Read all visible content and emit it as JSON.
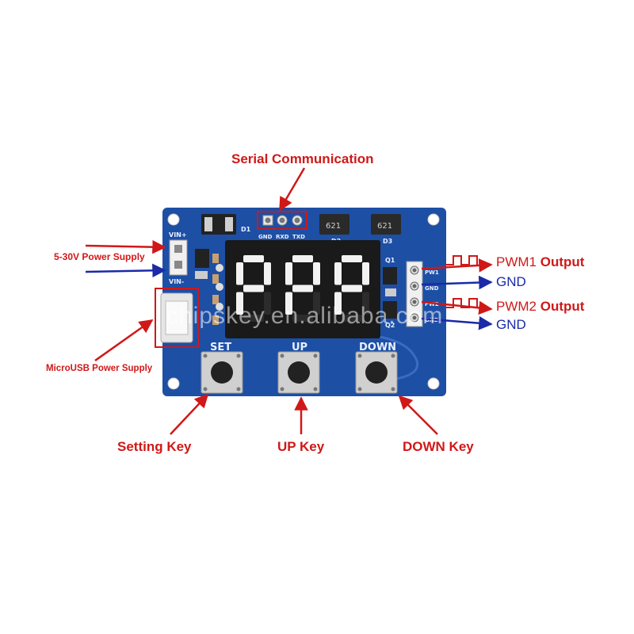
{
  "labels": {
    "serial": "Serial Communication",
    "power": "5-30V Power Supply",
    "micro_usb": "MicroUSB Power Supply",
    "pwm1_prefix": "PWM1",
    "pwm1_suffix": "Output",
    "gnd1": "GND",
    "pwm2_prefix": "PWM2",
    "pwm2_suffix": "Output",
    "gnd2": "GND",
    "setting_key": "Setting Key",
    "up_key": "UP Key",
    "down_key": "DOWN Key"
  },
  "silkscreen": {
    "vin_plus": "VIN+",
    "vin_minus": "VIN-",
    "d1": "D1",
    "d2": "D2",
    "d3": "D3",
    "gnd": "GND",
    "rxd": "RXD",
    "txd": "TXD",
    "chip_d2": "621",
    "chip_d3": "621",
    "q1": "Q1",
    "q2": "Q2",
    "pw1": "PW1",
    "pw2": "PW2",
    "gnd_a": "GND",
    "gnd_b": "GND",
    "set": "SET",
    "up": "UP",
    "down": "DOWN"
  },
  "display": "PPP",
  "watermark": "chipskey.en.alibaba.com",
  "colors": {
    "pcb": "#1d4fa5",
    "label_red": "#d01818",
    "label_blue": "#1a2aa8",
    "display_bg": "#1a1a1a"
  }
}
